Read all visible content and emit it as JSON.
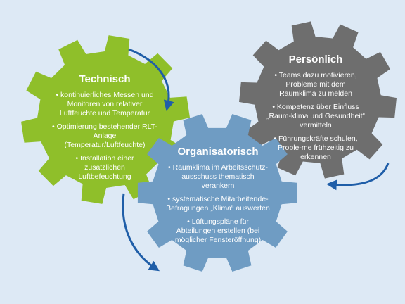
{
  "colors": {
    "background": "#dde9f5",
    "technisch": "#8fbf2a",
    "organisatorisch": "#6f9cc3",
    "persoenlich": "#6e6e6e",
    "arrow": "#1f5ea8"
  },
  "technisch": {
    "title": "Technisch",
    "items": [
      "kontinuierliches Messen und Monitoren von relativer Luftfeuchte und Temperatur",
      "Optimierung bestehender RLT-Anlage (Temperatur/Luftfeuchte)",
      "Installation einer zusätzlichen Luftbefeuchtung"
    ]
  },
  "organisatorisch": {
    "title": "Organisatorisch",
    "items": [
      "Raumklima im Arbeitsschutz-ausschuss thematisch verankern",
      "systematische Mitarbeitende-Befragungen „Klima“ auswerten",
      "Lüftungspläne für Abteilungen erstellen (bei möglicher Fensteröffnung)"
    ]
  },
  "persoenlich": {
    "title": "Persönlich",
    "items": [
      "Teams dazu motivieren, Probleme mit dem Raumklima zu melden",
      "Kompetenz über Einfluss „Raum-klima und Gesundheit“ vermitteln",
      "Führungskräfte schulen, Proble-me frühzeitig zu erkennen"
    ]
  }
}
